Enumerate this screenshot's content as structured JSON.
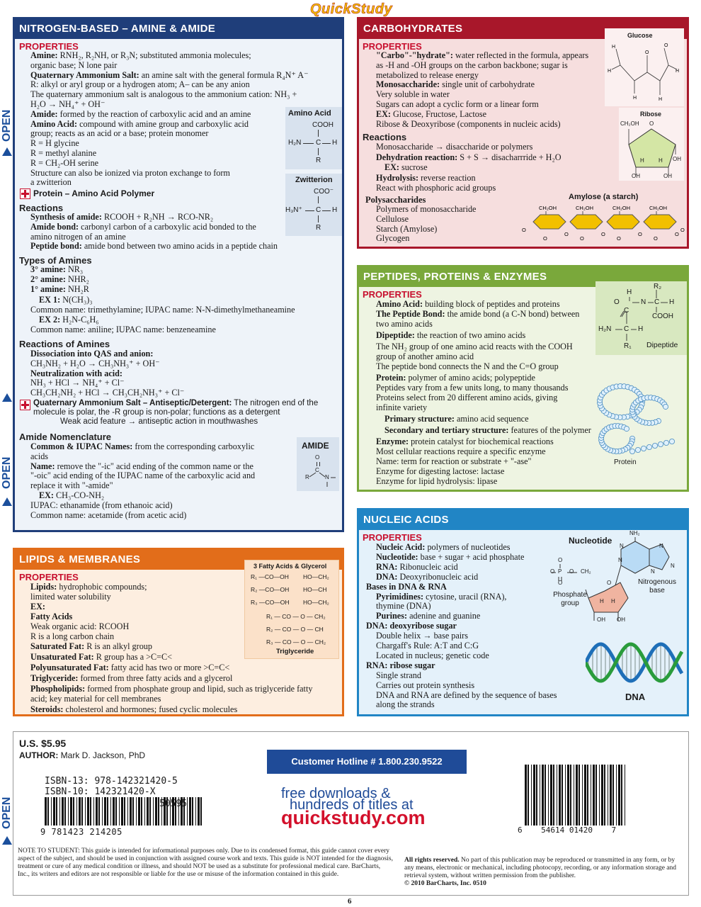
{
  "brand": "QuickStudy",
  "open_tab": "OPEN",
  "page_number": "6",
  "amine": {
    "title": "NITROGEN-BASED – AMINE & AMIDE",
    "properties": "PROPERTIES",
    "lines": [
      [
        "Amine:",
        " RNH₂, R₂NH, or R₃N; substituted ammonia molecules;"
      ],
      [
        "",
        "organic base; N lone pair"
      ],
      [
        "Quaternary Ammonium Salt:",
        " an amine salt with the general formula R₄N⁺ A⁻"
      ],
      [
        "",
        "R: alkyl or aryl group or a hydrogen atom; A– can be any anion"
      ],
      [
        "",
        "The quaternary ammonium salt is analogous to the ammonium cation: NH₃ +"
      ],
      [
        "",
        "H₂O → NH₄⁺ + OH⁻"
      ],
      [
        "Amide:",
        " formed by the reaction of carboxylic acid and an amine"
      ],
      [
        "Amino Acid:",
        " compound with amine group and carboxylic acid"
      ],
      [
        "",
        "group; reacts as an acid or a base; protein monomer"
      ],
      [
        "",
        "R = H    glycine"
      ],
      [
        "",
        "R = methyl   alanine"
      ],
      [
        "",
        "R = CH₂-OH   serine"
      ],
      [
        "",
        "Structure can also be ionized via proton exchange to form"
      ],
      [
        "",
        "a zwitterion"
      ]
    ],
    "tip1": "Protein – Amino Acid Polymer",
    "reactions": "Reactions",
    "reaction_lines": [
      [
        "Synthesis of amide:",
        " RCOOH + R₂NH → RCO-NR₂"
      ],
      [
        "Amide bond:",
        " carbonyl carbon of a carboxylic acid bonded to the"
      ],
      [
        "",
        "amino nitrogen of an amine"
      ],
      [
        "Peptide bond:",
        " amide bond between two amino acids in a peptide chain"
      ]
    ],
    "types": "Types of Amines",
    "type_lines": [
      [
        "3° amine:",
        " NR₃"
      ],
      [
        "2° amine:",
        " NHR₂"
      ],
      [
        "1° amine:",
        " NH₂R"
      ],
      [
        "EX 1:",
        " N(CH₃)₃"
      ],
      [
        "",
        "Common name: trimethylamine; IUPAC name: N-N-dimethylmethaneamine"
      ],
      [
        "EX 2:",
        " H₂N-C₆H₆"
      ],
      [
        "",
        "Common name: aniline; IUPAC name: benzeneamine"
      ]
    ],
    "reac_amines": "Reactions of Amines",
    "reac_amine_lines": [
      [
        "Dissociation into QAS and anion:",
        ""
      ],
      [
        "",
        "CH₃NH₂ + H₂O → CH₃NH₃⁺ + OH⁻"
      ],
      [
        "Neutralization with acid:",
        ""
      ],
      [
        "",
        "NH₃ + HCl → NH₄⁺ + Cl⁻"
      ],
      [
        "",
        "CH₃CH₂NH₂ + HCl → CH₃CH₂NH₃⁺ + Cl⁻"
      ]
    ],
    "tip2a": "Quaternary Ammonium Salt – Antiseptic/Detergent:",
    "tip2b": " The nitrogen end of the",
    "tip2c": "molecule is polar, the -R group is non-polar; functions as a detergent",
    "tip2d": "Weak acid feature → antiseptic action in mouthwashes",
    "amide_nom": "Amide Nomenclature",
    "nom_lines": [
      [
        "Common & IUPAC Names:",
        " from the corresponding carboxylic"
      ],
      [
        "",
        "acids"
      ],
      [
        "Name:",
        " remove the \"-ic\" acid ending of the common name or the"
      ],
      [
        "",
        "\"-oic\" acid ending of the IUPAC name of the carboxylic acid and"
      ],
      [
        "",
        "replace it with \"-amide\""
      ],
      [
        "EX:",
        " CH₃-CO-NH₂"
      ],
      [
        "",
        "IUPAC: ethanamide (from ethanoic acid)"
      ],
      [
        "",
        "Common name: acetamide (from acetic acid)"
      ]
    ],
    "amino_box_title": "Amino Acid",
    "amino_box": {
      "cooh": "COOH",
      "h2n": "H₂N",
      "c": "C",
      "h": "H",
      "r": "R"
    },
    "zwit_title": "Zwitterion",
    "zwit": {
      "coo": "COO⁻",
      "h3n": "H₃N⁺",
      "c": "C",
      "h": "H",
      "r": "R"
    },
    "amide_box_title": "AMIDE",
    "amide_box": {
      "o": "O",
      "c": "C",
      "r": "R",
      "n": "N"
    }
  },
  "carbs": {
    "title": "CARBOHYDRATES",
    "properties": "PROPERTIES",
    "lines": [
      [
        "\"Carbo\"-\"hydrate\":",
        " water reflected in the formula, appears"
      ],
      [
        "",
        "as -H and -OH groups on the carbon backbone; sugar is"
      ],
      [
        "",
        "metabolized to release energy"
      ],
      [
        "Monosaccharide:",
        " single unit of carbohydrate"
      ],
      [
        "",
        "Very soluble in water"
      ],
      [
        "",
        "Sugars can adopt a cyclic form or a linear form"
      ],
      [
        "EX:",
        " Glucose, Fructose, Lactose"
      ],
      [
        "",
        "Ribose & Deoxyribose (components in nucleic acids)"
      ]
    ],
    "reactions": "Reactions",
    "reaction_lines": [
      [
        "",
        "Monosaccharide → disaccharide or polymers"
      ],
      [
        "Dehydration reaction:",
        " S + S → disacharrride + H₂O"
      ],
      [
        "EX:",
        " sucrose"
      ],
      [
        "Hydrolysis:",
        " reverse reaction"
      ],
      [
        "",
        "React with phosphoric acid groups"
      ]
    ],
    "poly": "Polysaccharides",
    "poly_lines": [
      "Polymers of monosaccharide",
      "Cellulose",
      "Starch (Amylose)",
      "Glycogen"
    ],
    "glucose": "Glucose",
    "ribose": "Ribose",
    "ribose_labels": {
      "ch2oh": "CH₂OH",
      "o": "O",
      "oh": "OH",
      "h": "H"
    },
    "amylose": "Amylose (a starch)",
    "amylose_ch2oh": "CH₂OH",
    "amylose_o": "O"
  },
  "peptides": {
    "title": "PEPTIDES, PROTEINS & ENZYMES",
    "properties": "PROPERTIES",
    "lines": [
      [
        "Amino Acid:",
        " building block of peptides and proteins"
      ],
      [
        "The Peptide Bond:",
        " the amide bond (a C-N bond) between"
      ],
      [
        "",
        "two amino acids"
      ],
      [
        "Dipeptide:",
        " the reaction of two amino acids"
      ],
      [
        "",
        "The NH₂ group of one amino acid reacts with the COOH"
      ],
      [
        "",
        "group of another amino acid"
      ],
      [
        "",
        "The peptide bond connects the N and the C=O group"
      ],
      [
        "Protein:",
        " polymer of amino acids; polypeptide"
      ],
      [
        "",
        "Peptides vary from a few units long, to many thousands"
      ],
      [
        "",
        "Proteins select from 20 different amino acids, giving"
      ],
      [
        "",
        "infinite variety"
      ],
      [
        "Primary structure:",
        " amino acid sequence"
      ],
      [
        "Secondary and tertiary structure:",
        " features of the polymer"
      ],
      [
        "Enzyme:",
        " protein catalyst for biochemical reactions"
      ],
      [
        "",
        "Most cellular reactions require a specific enzyme"
      ],
      [
        "",
        "Name: term for reaction or substrate + \"-ase\""
      ],
      [
        "",
        "Enzyme for digesting lactose: lactase"
      ],
      [
        "",
        "Enzyme for lipid hydrolysis: lipase"
      ]
    ],
    "dipeptide": "Dipeptide",
    "dip": {
      "r2": "R₂",
      "h": "H",
      "n": "N",
      "c": "C",
      "o": "O",
      "cooh": "COOH",
      "h2n": "H₂N",
      "r1": "R₁"
    },
    "protein": "Protein"
  },
  "nucleic": {
    "title": "NUCLEIC ACIDS",
    "properties": "PROPERTIES",
    "lines": [
      [
        "Nucleic Acid:",
        " polymers of nucleotides"
      ],
      [
        "Nucleotide:",
        " base + sugar + acid phosphate"
      ],
      [
        "RNA:",
        " Ribonucleic acid"
      ],
      [
        "DNA:",
        " Deoxyribonucleic acid"
      ],
      [
        "Bases in DNA & RNA",
        ""
      ],
      [
        "Pyrimidines:",
        " cytosine, uracil (RNA),"
      ],
      [
        "",
        "thymine (DNA)"
      ],
      [
        "Purines:",
        " adenine and guanine"
      ],
      [
        "DNA: deoxyribose sugar",
        ""
      ],
      [
        "",
        "Double helix → base pairs"
      ],
      [
        "",
        "Chargaff's Rule: A:T and C:G"
      ],
      [
        "",
        "Located in nucleus; genetic code"
      ],
      [
        "RNA: ribose sugar",
        ""
      ],
      [
        "",
        "Single strand"
      ],
      [
        "",
        "Carries out protein synthesis"
      ],
      [
        "",
        "DNA and RNA are defined by the sequence of bases"
      ],
      [
        "",
        "along the strands"
      ]
    ],
    "nucleotide": "Nucleotide",
    "phosphate": "Phosphate",
    "group": "group",
    "nitrogenous": "Nitrogenous",
    "base": "base",
    "dna": "DNA",
    "nuc": {
      "nh2": "NH₂",
      "n": "N",
      "o": "O",
      "p": "P",
      "ch2": "CH₂",
      "oh": "OH",
      "h": "H"
    }
  },
  "lipids": {
    "title": "LIPIDS & MEMBRANES",
    "properties": "PROPERTIES",
    "lines": [
      [
        "Lipids:",
        " hydrophobic compounds;"
      ],
      [
        "",
        "limited water solubility"
      ],
      [
        "EX:",
        ""
      ],
      [
        "Fatty Acids",
        ""
      ],
      [
        "",
        "Weak organic acid: RCOOH"
      ],
      [
        "",
        "R is a long carbon chain"
      ],
      [
        "Saturated Fat:",
        " R is an alkyl group"
      ],
      [
        "Unsaturated Fat:",
        " R group has a >C=C<"
      ],
      [
        "Polyunsaturated Fat:",
        " fatty acid has two or more >C=C<"
      ],
      [
        "Triglyceride:",
        " formed from three fatty acids and a glycerol"
      ],
      [
        "Phospholipids:",
        " formed from phosphate group and lipid, such as triglyceride fatty"
      ],
      [
        "",
        "acid; key material for cell membranes"
      ],
      [
        "Steroids:",
        " cholesterol and hormones; fused cyclic molecules"
      ]
    ],
    "box_title": "3 Fatty Acids & Glycerol",
    "fa_rows": [
      "R₁ —CO—OH",
      "R₂ —CO—OH",
      "R₃ —CO—OH"
    ],
    "gly_rows": [
      "HO—CH₂",
      "HO—CH",
      "HO—CH₂"
    ],
    "tri_rows": [
      "R₁ — CO — O — CH₂",
      "R₂ — CO — O — CH",
      "R₃ — CO — O — CH₂"
    ],
    "triglyceride": "Triglyceride"
  },
  "footer": {
    "price": "U.S. $5.95",
    "author_label": "AUTHOR:",
    "author": "Mark D. Jackson, PhD",
    "hotline": "Customer Hotline  # 1.800.230.9522",
    "isbn13": "ISBN-13:  978-142321420-5",
    "isbn10": "ISBN-10:  142321420-X",
    "code5": "50595",
    "barcode1_digits": "9 781423 214205",
    "free1": "free downloads &",
    "free2": "hundreds of titles at",
    "site": "quickstudy.com",
    "barcode2_digits": "6    54614 01420    7",
    "note_left": "NOTE TO STUDENT: This guide is intended for informational purposes only. Due to its condensed format, this guide cannot cover every aspect of the subject, and should be used in conjunction with assigned course work and texts. This guide is NOT intended for the diagnosis, treatment or cure of any medical condition or illness, and should NOT be used as a substitute for professional medical care. BarCharts, Inc., its writers and editors are not responsible or liable for the use or misuse of the information contained in this guide.",
    "rights_bold": "All rights reserved.",
    "note_right": " No part of this publication may be reproduced or transmitted in any form, or by any means, electronic or mechanical, including photocopy, recording, or any information storage and retrieval system, without written permission from the publisher.",
    "copyright": "© 2010 BarCharts, Inc.   0510"
  }
}
